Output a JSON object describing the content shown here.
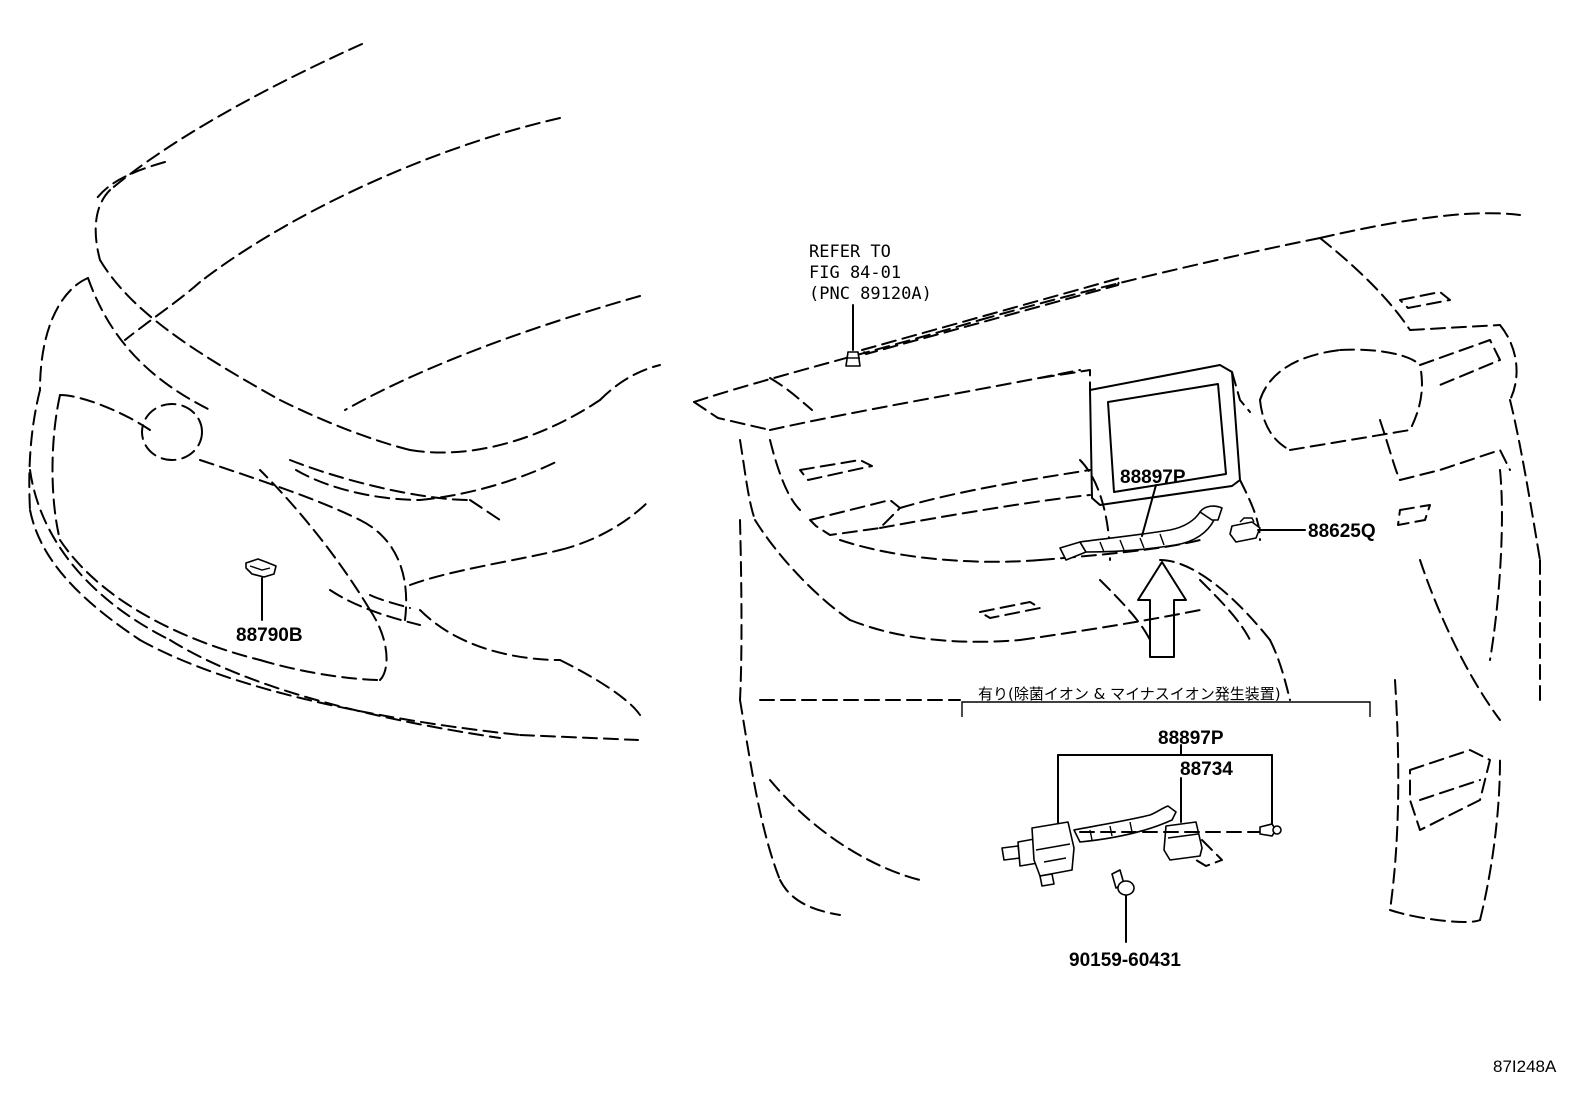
{
  "labels": {
    "part_88790B": "88790B",
    "part_88897P_top": "88897P",
    "part_88625Q": "88625Q",
    "part_88897P_group": "88897P",
    "part_88734": "88734",
    "part_90159": "90159-60431"
  },
  "refer": {
    "line1": "REFER TO",
    "line2": "FIG 84-01",
    "line3": "(PNC 89120A)"
  },
  "note": {
    "japanese": "有り(除菌イオン & マイナスイオン発生装置)"
  },
  "figure_code": "87I248A"
}
